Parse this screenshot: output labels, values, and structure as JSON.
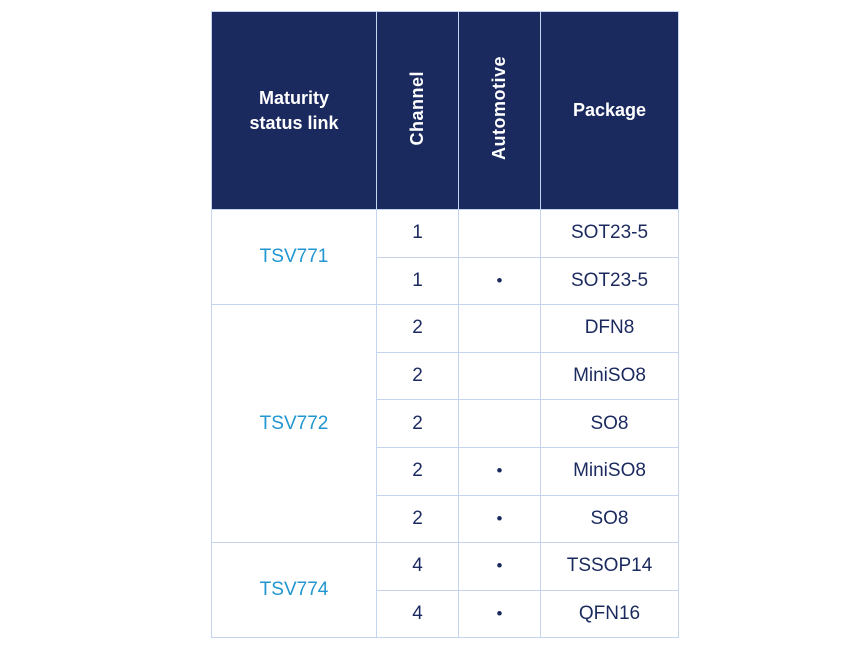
{
  "table": {
    "header": {
      "columns": [
        {
          "label": "Maturity status link"
        },
        {
          "label": "Channel"
        },
        {
          "label": "Automotive"
        },
        {
          "label": "Package"
        }
      ]
    },
    "groups": [
      {
        "product": "TSV771",
        "rows": [
          {
            "channel": "1",
            "automotive": "",
            "package": "SOT23-5"
          },
          {
            "channel": "1",
            "automotive": "•",
            "package": "SOT23-5"
          }
        ]
      },
      {
        "product": "TSV772",
        "rows": [
          {
            "channel": "2",
            "automotive": "",
            "package": "DFN8"
          },
          {
            "channel": "2",
            "automotive": "",
            "package": "MiniSO8"
          },
          {
            "channel": "2",
            "automotive": "",
            "package": "SO8"
          },
          {
            "channel": "2",
            "automotive": "•",
            "package": "MiniSO8"
          },
          {
            "channel": "2",
            "automotive": "•",
            "package": "SO8"
          }
        ]
      },
      {
        "product": "TSV774",
        "rows": [
          {
            "channel": "4",
            "automotive": "•",
            "package": "TSSOP14"
          },
          {
            "channel": "4",
            "automotive": "•",
            "package": "QFN16"
          }
        ]
      }
    ],
    "colors": {
      "header_bg": "#1b2a5e",
      "header_text": "#ffffff",
      "body_text": "#1b2a5e",
      "border": "#c5d4ef",
      "link": "#2196d0"
    }
  }
}
